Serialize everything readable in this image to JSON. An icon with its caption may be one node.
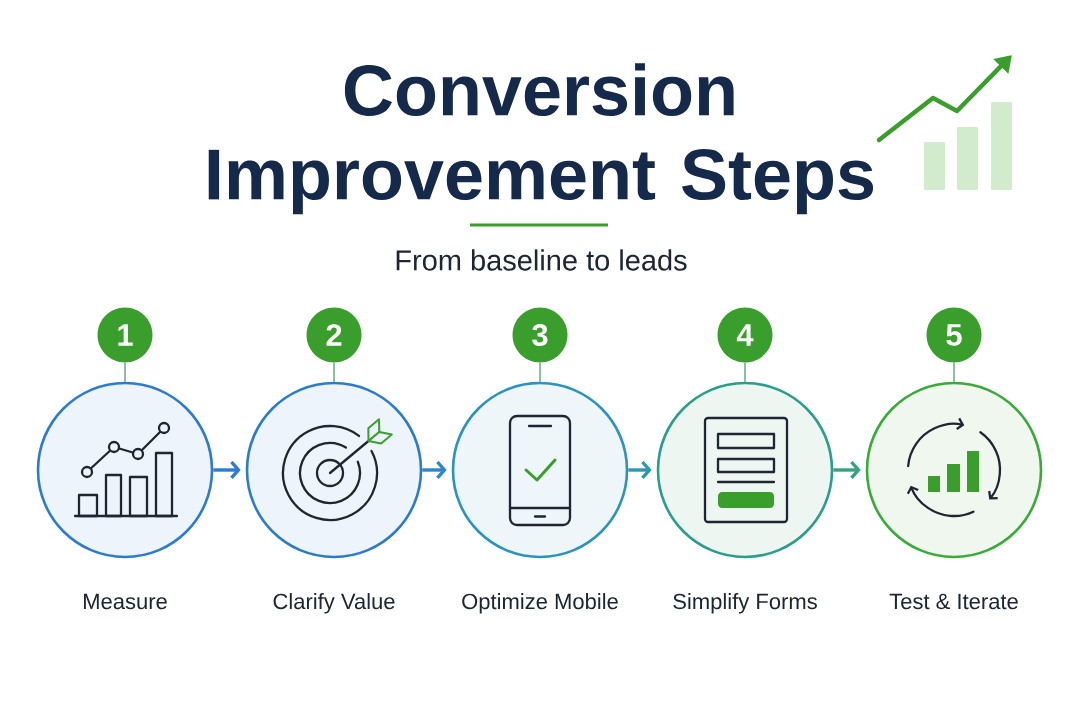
{
  "diagram": {
    "title": "Conversion Improvement Steps",
    "nodes": [
      {
        "text": [
          "1"
        ]
      },
      {
        "text": [
          "Measure"
        ]
      },
      {
        "text": [
          "2"
        ]
      },
      {
        "text": [
          "Clarify Value"
        ]
      },
      {
        "text": [
          "3"
        ]
      },
      {
        "text": [
          "Optimize Mobile"
        ]
      },
      {
        "text": [
          "4"
        ]
      },
      {
        "text": [
          "Simplify Forms"
        ]
      },
      {
        "text": [
          "5"
        ]
      },
      {
        "text": [
          "Test & Iterate"
        ]
      }
    ],
    "edges": [
      {
        "from": 0,
        "to": 1,
        "arrow": "none"
      },
      {
        "from": 2,
        "to": 3,
        "arrow": "none"
      },
      {
        "from": 4,
        "to": 5,
        "arrow": "none"
      },
      {
        "from": 6,
        "to": 7,
        "arrow": "none"
      },
      {
        "from": 8,
        "to": 9,
        "arrow": "none"
      },
      {
        "from": 1,
        "to": 3,
        "arrow": "to",
        "style": "thick",
        "color": "#2c7bd0"
      },
      {
        "from": 3,
        "to": 5,
        "arrow": "to",
        "style": "thick",
        "color": "#2b88c8"
      },
      {
        "from": 5,
        "to": 7,
        "arrow": "to",
        "style": "thick",
        "color": "#2a9aa6"
      },
      {
        "from": 7,
        "to": 9,
        "arrow": "to",
        "style": "thick",
        "color": "#33a47e"
      }
    ],
    "labels": [
      "From baseline to leads"
    ]
  }
}
